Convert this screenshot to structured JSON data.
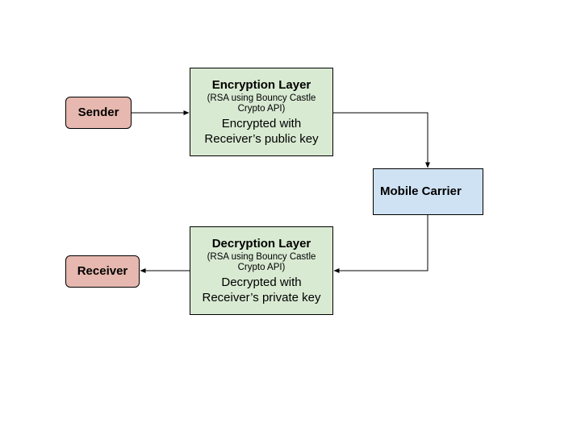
{
  "diagram": {
    "sender": {
      "label": "Sender"
    },
    "encryption": {
      "title": "Encryption Layer",
      "subtitle_line1": "(RSA using Bouncy Castle",
      "subtitle_line2": "Crypto API)",
      "body_line1": "Encrypted with",
      "body_line2": "Receiver’s public key"
    },
    "carrier": {
      "label": "Mobile Carrier"
    },
    "decryption": {
      "title": "Decryption Layer",
      "subtitle_line1": "(RSA using Bouncy Castle",
      "subtitle_line2": "Crypto API)",
      "body_line1": "Decrypted with",
      "body_line2": "Receiver’s private key"
    },
    "receiver": {
      "label": "Receiver"
    },
    "colors": {
      "endpoint_fill": "#e6b8af",
      "layer_fill": "#d9ead3",
      "carrier_fill": "#cfe2f3",
      "stroke": "#000000"
    }
  }
}
